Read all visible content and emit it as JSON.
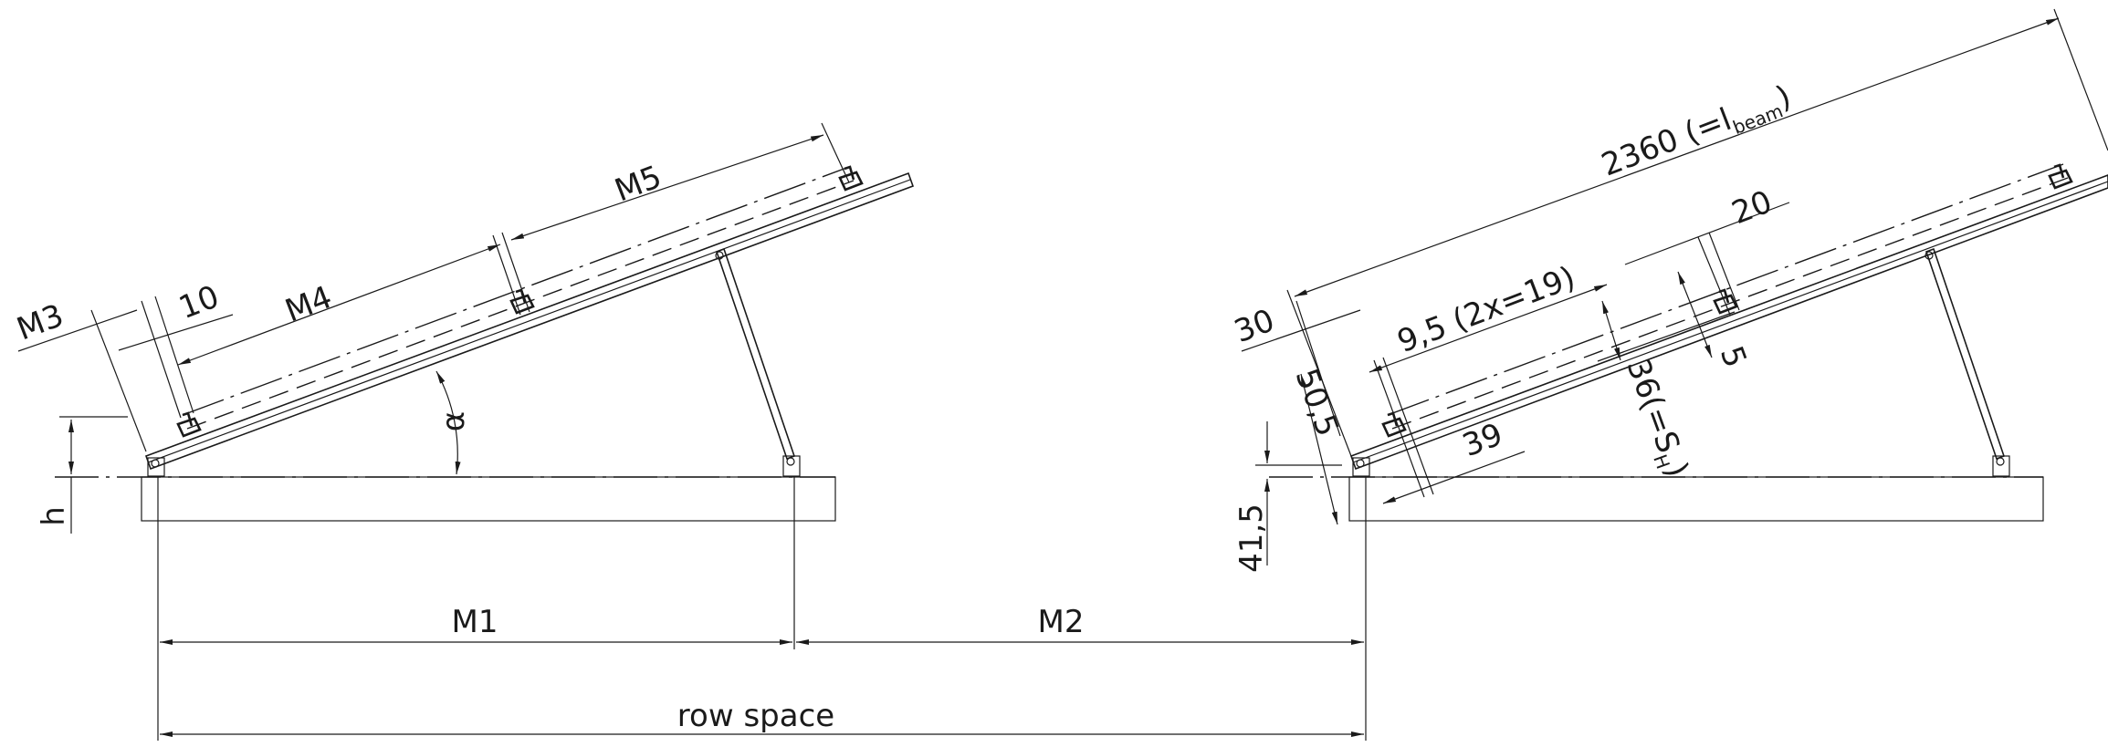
{
  "labels": {
    "m1": "M1",
    "m2": "M2",
    "m3": "M3",
    "m4": "M4",
    "m5": "M5",
    "row_space": "row space",
    "h": "h",
    "alpha": "α",
    "d10": "10",
    "d30": "30",
    "d20": "20",
    "d5": "5",
    "d39": "39",
    "d50_5": "50,5",
    "d41_5": "41,5",
    "d9_5": "9,5 (2x=19)",
    "d36_prefix": "36(=S",
    "d36_sub": "H",
    "d36_suffix": ")",
    "d2360_prefix": "2360 (=l",
    "d2360_sub": "beam",
    "d2360_suffix": ")"
  }
}
